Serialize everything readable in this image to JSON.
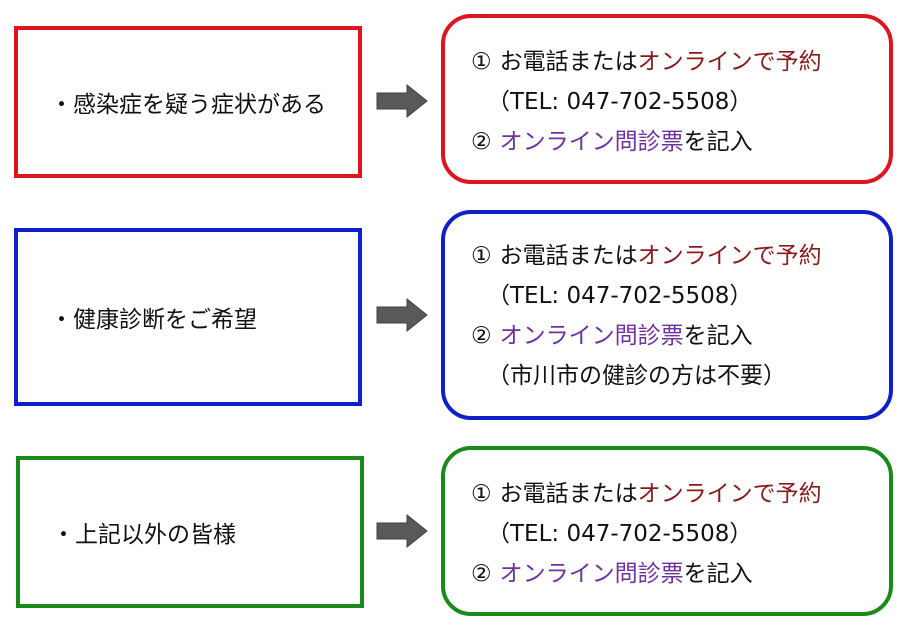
{
  "colors": {
    "red": "#E0141E",
    "blue": "#1020C8",
    "green": "#1A8A1A",
    "arrow": "#595959",
    "reserve_text": "#8B1A1A",
    "online_text": "#7030A0"
  },
  "rows": [
    {
      "condition": "・感染症を疑う症状がある",
      "steps": {
        "step1_num": "①",
        "step1_pre": "お電話または",
        "step1_link": "オンラインで予約",
        "tel": "（TEL: 047-702-5508）",
        "step2_num": "②",
        "step2_link": "オンライン問診票",
        "step2_post": "を記入"
      }
    },
    {
      "condition": "・健康診断をご希望",
      "steps": {
        "step1_num": "①",
        "step1_pre": "お電話または",
        "step1_link": "オンラインで予約",
        "tel": "（TEL: 047-702-5508）",
        "step2_num": "②",
        "step2_link": "オンライン問診票",
        "step2_post": "を記入",
        "note": "（市川市の健診の方は不要）"
      }
    },
    {
      "condition": "・上記以外の皆様",
      "steps": {
        "step1_num": "①",
        "step1_pre": "お電話または",
        "step1_link": "オンラインで予約",
        "tel": "（TEL: 047-702-5508）",
        "step2_num": "②",
        "step2_link": "オンライン問診票",
        "step2_post": "を記入"
      }
    }
  ]
}
